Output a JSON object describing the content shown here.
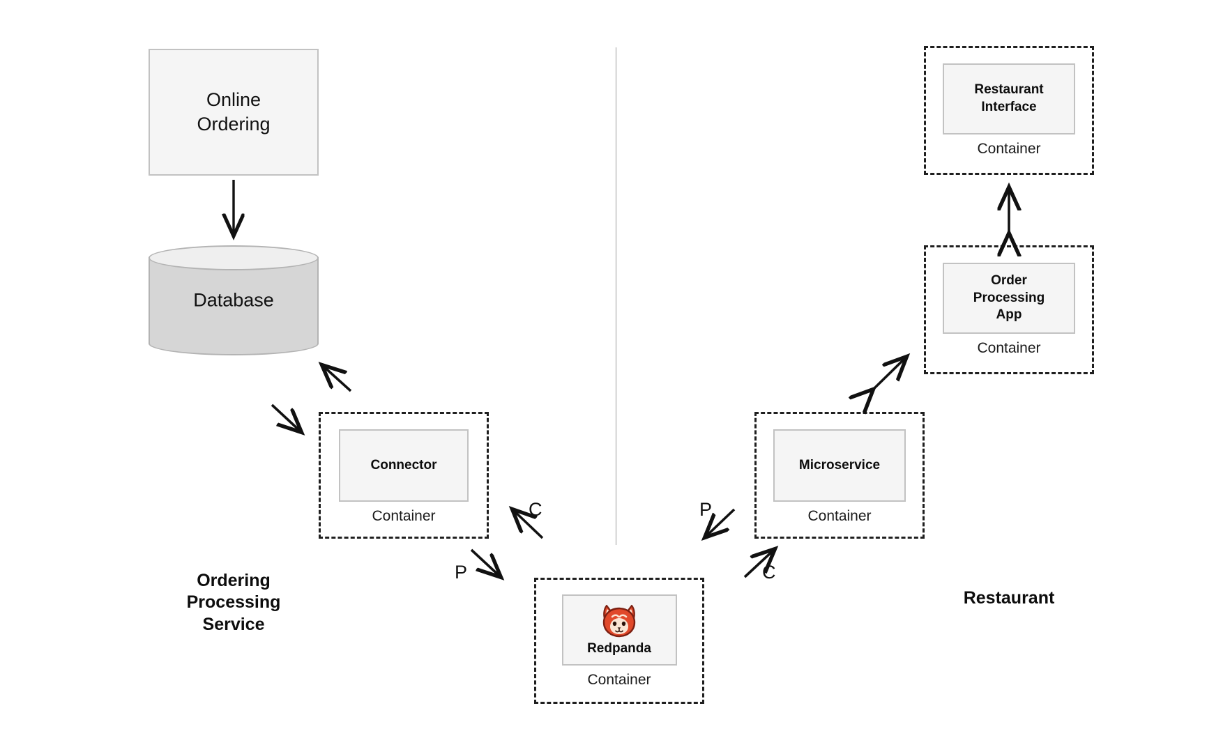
{
  "diagram": {
    "title": "Order processing architecture with Redpanda",
    "colors": {
      "box_fill": "#f5f5f5",
      "box_border": "#c2c2c2",
      "container_border": "#1f1f1f",
      "database_fill": "#d6d6d6",
      "database_top_fill": "#efefef",
      "arrow": "#111111",
      "divider": "#9a9a9a",
      "redpanda_orange": "#e1492a",
      "redpanda_dark": "#7d2012",
      "redpanda_cream": "#fbe4d3"
    }
  },
  "zones": {
    "left": {
      "caption": "Ordering\nProcessing\nService"
    },
    "right": {
      "caption": "Restaurant"
    }
  },
  "nodes": {
    "online_ordering": {
      "label": "Online\nOrdering",
      "kind": "system-box"
    },
    "database": {
      "label": "Database",
      "kind": "cylinder"
    },
    "connector": {
      "label": "Connector",
      "container_caption": "Container",
      "kind": "container"
    },
    "redpanda": {
      "label": "Redpanda",
      "container_caption": "Container",
      "kind": "container",
      "icon": "redpanda-logo-icon"
    },
    "microservice": {
      "label": "Microservice",
      "container_caption": "Container",
      "kind": "container"
    },
    "order_processing_app": {
      "label": "Order\nProcessing\nApp",
      "container_caption": "Container",
      "kind": "container"
    },
    "restaurant_interface": {
      "label": "Restaurant\nInterface",
      "container_caption": "Container",
      "kind": "container"
    }
  },
  "edges": [
    {
      "id": "ordering-to-database",
      "from": "online_ordering",
      "to": "database",
      "tag": "",
      "style": "single"
    },
    {
      "id": "connector-to-database",
      "from": "connector",
      "to": "database",
      "tag": "",
      "style": "single"
    },
    {
      "id": "database-to-connector",
      "from": "database",
      "to": "connector",
      "tag": "",
      "style": "single"
    },
    {
      "id": "connector-produce-redpanda",
      "from": "connector",
      "to": "redpanda",
      "tag": "P",
      "style": "single"
    },
    {
      "id": "redpanda-consume-connector",
      "from": "redpanda",
      "to": "connector",
      "tag": "C",
      "style": "single"
    },
    {
      "id": "microservice-produce-redpanda",
      "from": "microservice",
      "to": "redpanda",
      "tag": "P",
      "style": "single"
    },
    {
      "id": "redpanda-consume-microservice",
      "from": "redpanda",
      "to": "microservice",
      "tag": "C",
      "style": "single"
    },
    {
      "id": "microservice-order-processing-app",
      "from": "microservice",
      "to": "order_processing_app",
      "tag": "",
      "style": "double"
    },
    {
      "id": "order-processing-app-restaurant-interface",
      "from": "order_processing_app",
      "to": "restaurant_interface",
      "tag": "",
      "style": "double"
    }
  ],
  "edge_tags": {
    "connector_produce": "P",
    "connector_consume": "C",
    "microservice_produce": "P",
    "microservice_consume": "C"
  }
}
